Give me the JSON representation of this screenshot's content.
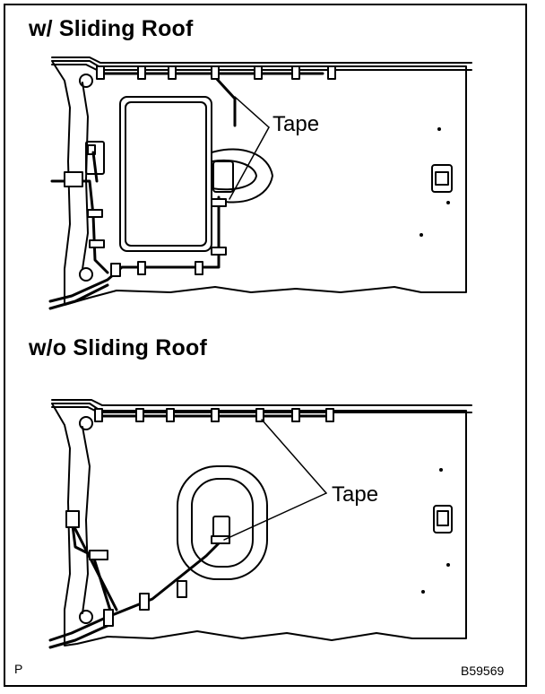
{
  "top_panel": {
    "title": "w/ Sliding Roof",
    "callout": "Tape"
  },
  "bottom_panel": {
    "title": "w/o Sliding Roof",
    "callout": "Tape"
  },
  "footer": {
    "left_code": "P",
    "figure_id": "B59569"
  }
}
